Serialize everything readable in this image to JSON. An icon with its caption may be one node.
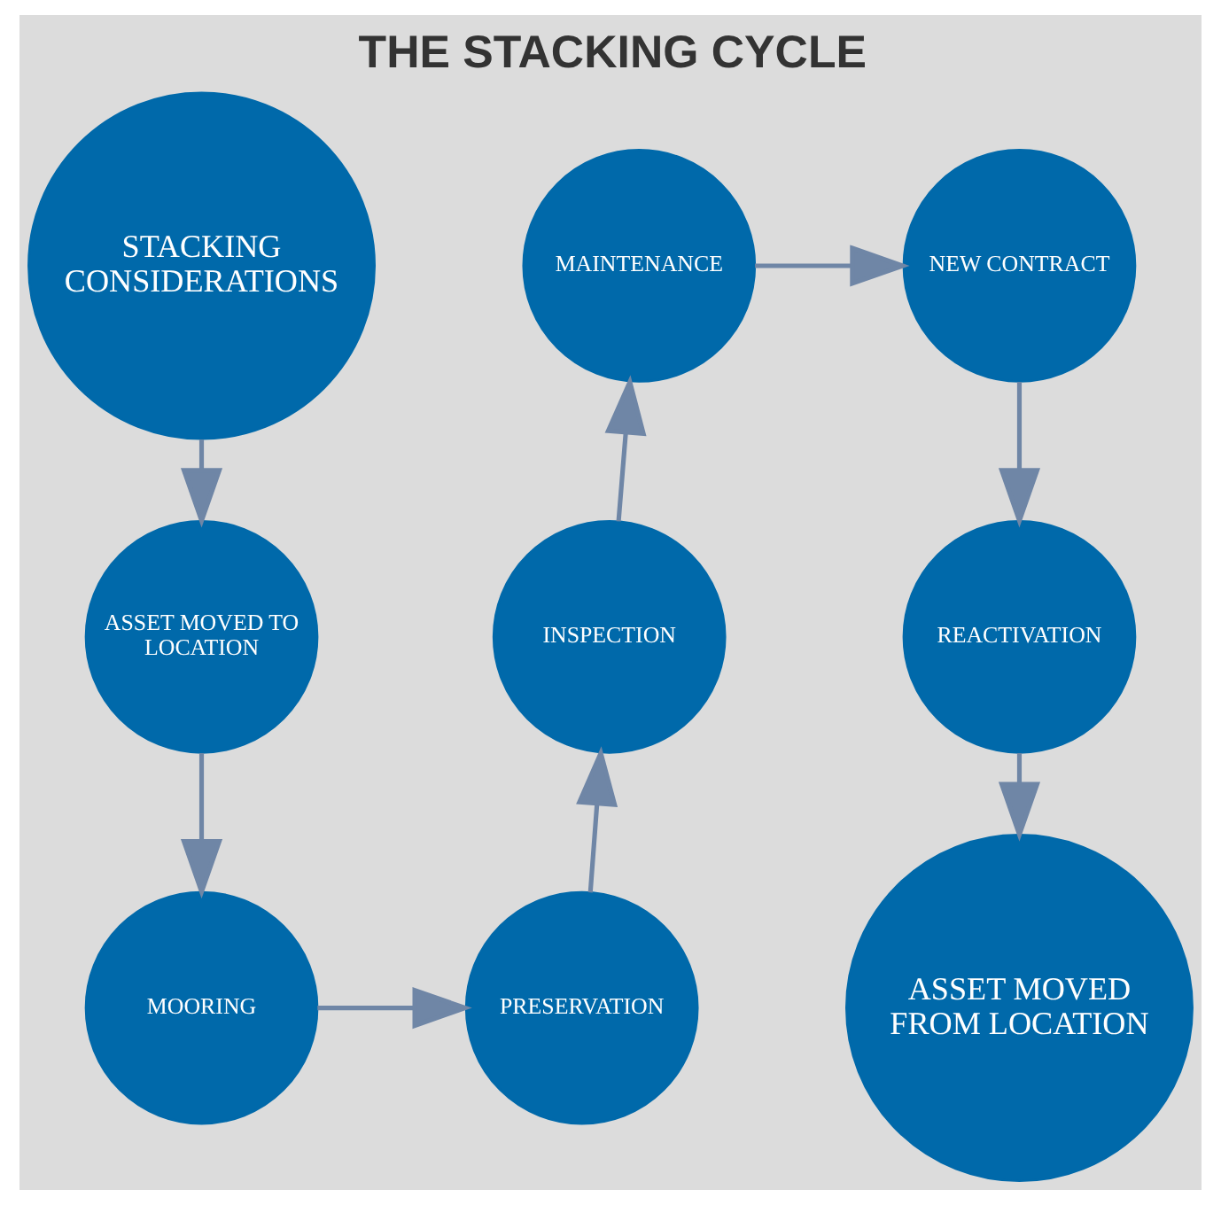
{
  "diagram": {
    "title": "THE STACKING CYCLE",
    "nodes": [
      {
        "text": [
          "STACKING CONSIDERATIONS"
        ]
      },
      {
        "text": [
          "ASSET MOVED TO LOCATION"
        ]
      },
      {
        "text": [
          "MOORING"
        ]
      },
      {
        "text": [
          "PRESERVATION"
        ]
      },
      {
        "text": [
          "INSPECTION"
        ]
      },
      {
        "text": [
          "MAINTENANCE"
        ]
      },
      {
        "text": [
          "NEW CONTRACT"
        ]
      },
      {
        "text": [
          "REACTIVATION"
        ]
      },
      {
        "text": [
          "ASSET MOVED FROM LOCATION"
        ]
      }
    ],
    "edges": [
      {
        "from": 0,
        "to": 1,
        "arrow": "to"
      },
      {
        "from": 1,
        "to": 2,
        "arrow": "to"
      },
      {
        "from": 2,
        "to": 3,
        "arrow": "to"
      },
      {
        "from": 3,
        "to": 4,
        "arrow": "to"
      },
      {
        "from": 4,
        "to": 5,
        "arrow": "to"
      },
      {
        "from": 5,
        "to": 6,
        "arrow": "to"
      },
      {
        "from": 6,
        "to": 7,
        "arrow": "to"
      },
      {
        "from": 7,
        "to": 8,
        "arrow": "to"
      }
    ]
  }
}
